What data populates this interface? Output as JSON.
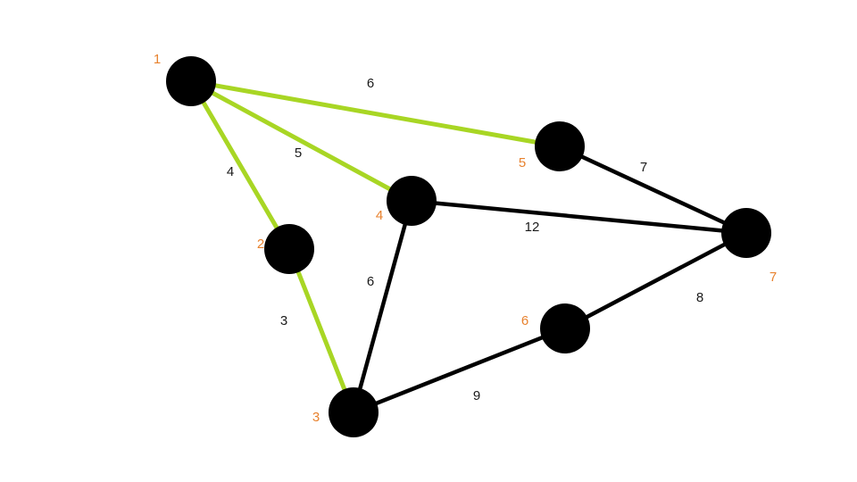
{
  "graph": {
    "colors": {
      "highlight_edge": "#a8d624",
      "normal_edge": "#000000",
      "node": "#000000",
      "node_label": "#e8822e",
      "weight_label": "#1a1a1a"
    },
    "nodes": [
      {
        "id": "1",
        "label": "1"
      },
      {
        "id": "2",
        "label": "2"
      },
      {
        "id": "3",
        "label": "3"
      },
      {
        "id": "4",
        "label": "4"
      },
      {
        "id": "5",
        "label": "5"
      },
      {
        "id": "6",
        "label": "6"
      },
      {
        "id": "7",
        "label": "7"
      }
    ],
    "edges": [
      {
        "from": "1",
        "to": "5",
        "weight": "6",
        "highlighted": true
      },
      {
        "from": "1",
        "to": "4",
        "weight": "5",
        "highlighted": true
      },
      {
        "from": "1",
        "to": "2",
        "weight": "4",
        "highlighted": true
      },
      {
        "from": "2",
        "to": "3",
        "weight": "3",
        "highlighted": true
      },
      {
        "from": "4",
        "to": "3",
        "weight": "6",
        "highlighted": false
      },
      {
        "from": "4",
        "to": "7",
        "weight": "12",
        "highlighted": false
      },
      {
        "from": "5",
        "to": "7",
        "weight": "7",
        "highlighted": false
      },
      {
        "from": "6",
        "to": "7",
        "weight": "8",
        "highlighted": false
      },
      {
        "from": "3",
        "to": "6",
        "weight": "9",
        "highlighted": false
      }
    ]
  }
}
